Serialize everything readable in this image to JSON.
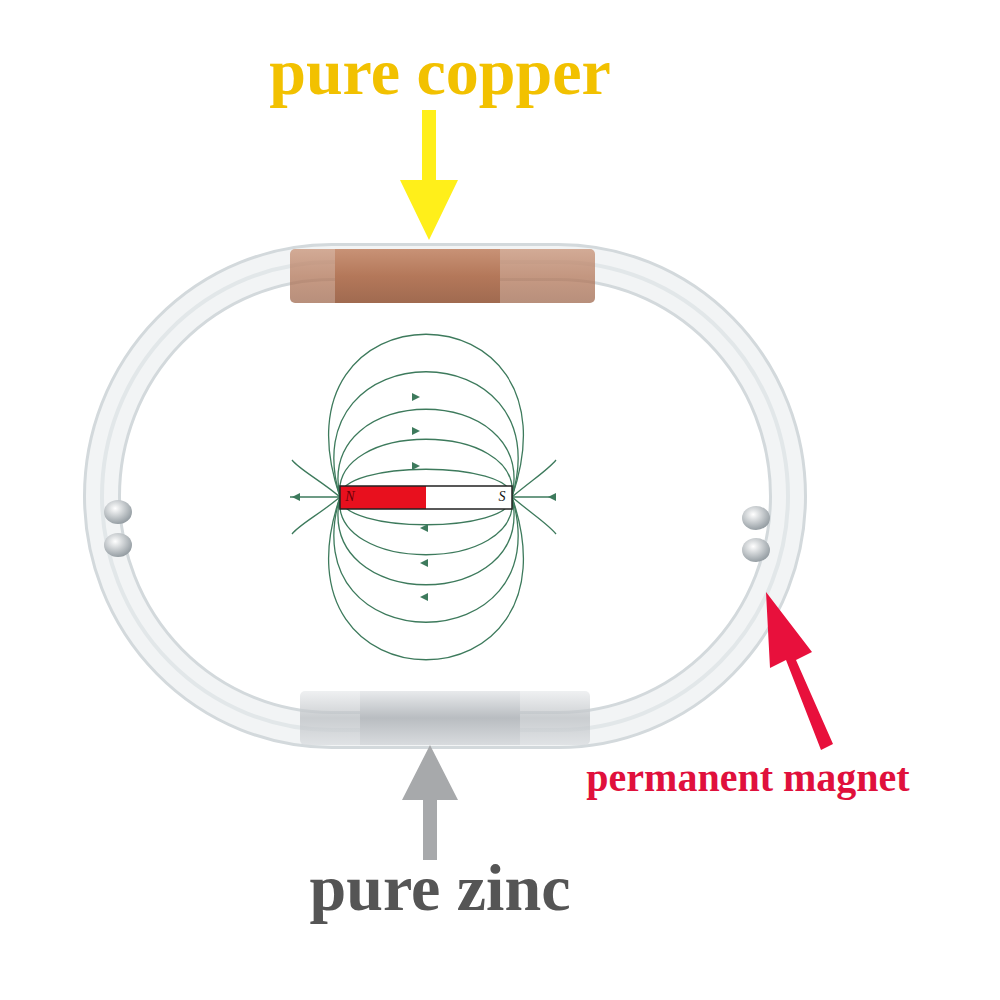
{
  "diagram": {
    "labels": [
      "pure copper",
      "pure zinc",
      "permanent magnet",
      "N",
      "S"
    ]
  }
}
